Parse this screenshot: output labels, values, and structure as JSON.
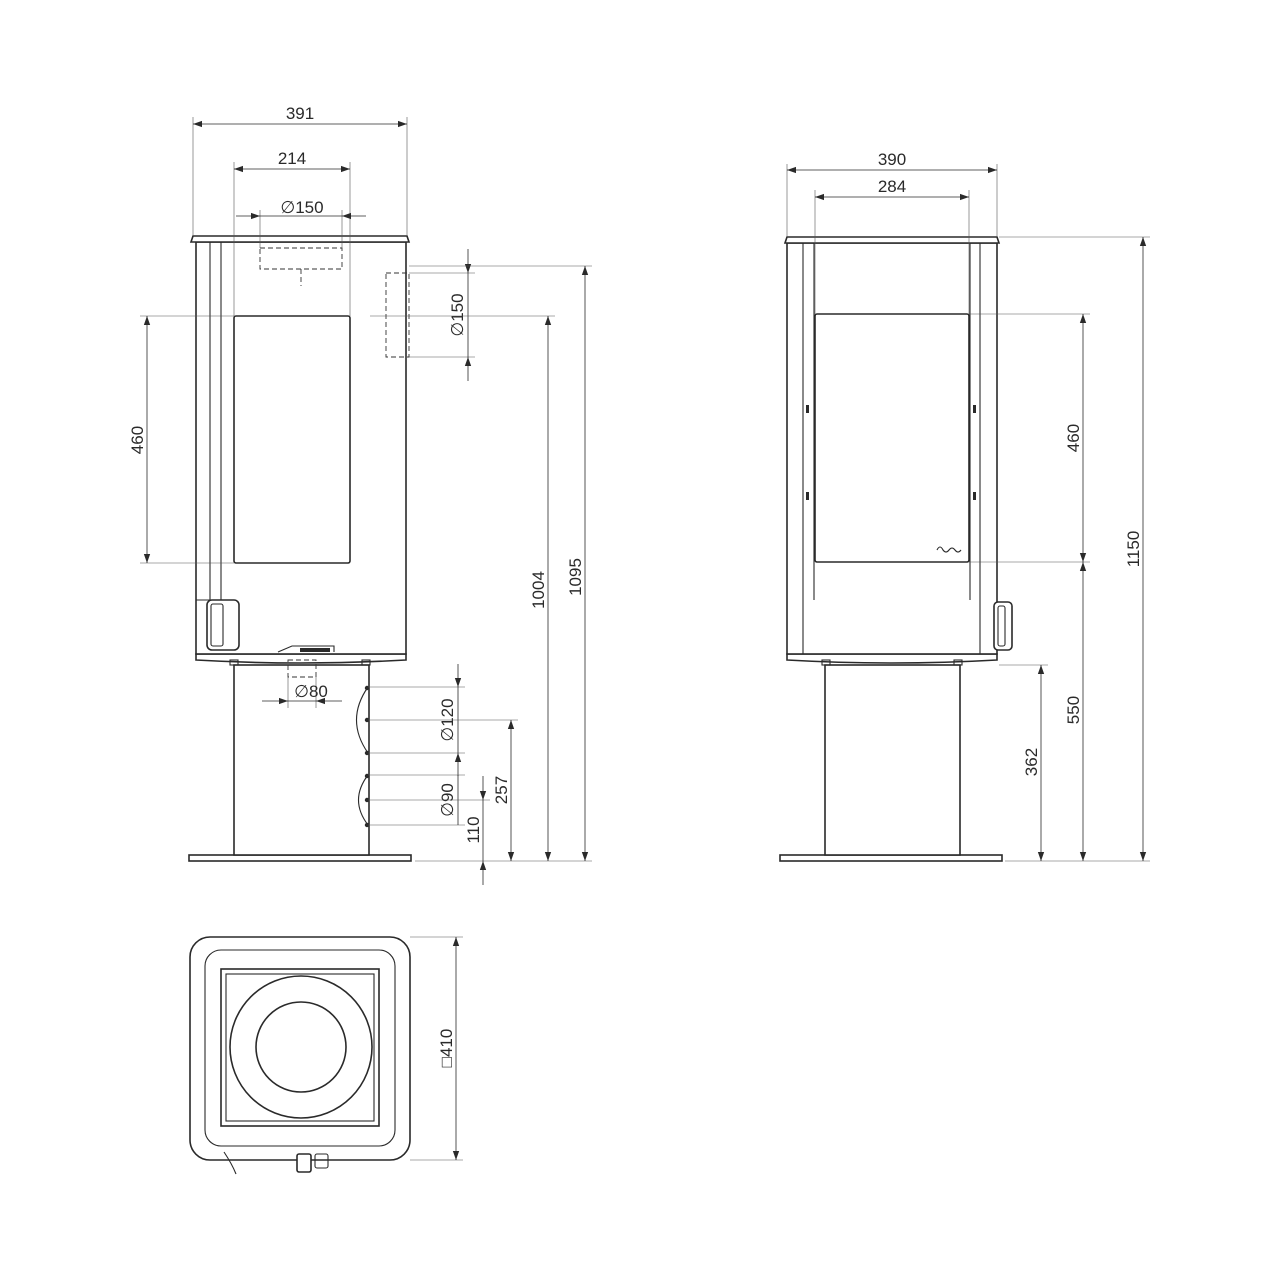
{
  "front_view": {
    "width_overall": "391",
    "width_flue_zone": "214",
    "top_flue_diameter": "∅150",
    "rear_flue_diameter": "∅150",
    "glass_height": "460",
    "height_to_rear_flue": "1004",
    "height_to_top": "1095",
    "air_inlet_diameter": "∅80",
    "side_outlet_upper_diameter": "∅120",
    "side_outlet_lower_diameter": "∅90",
    "height_to_upper_outlet": "257",
    "height_to_lower_outlet": "110"
  },
  "side_view": {
    "width_overall": "390",
    "width_inner": "284",
    "glass_height": "460",
    "height_total": "1150",
    "height_to_glass_bottom": "550",
    "pedestal_height": "362"
  },
  "plan_view": {
    "square_size": "□410"
  }
}
